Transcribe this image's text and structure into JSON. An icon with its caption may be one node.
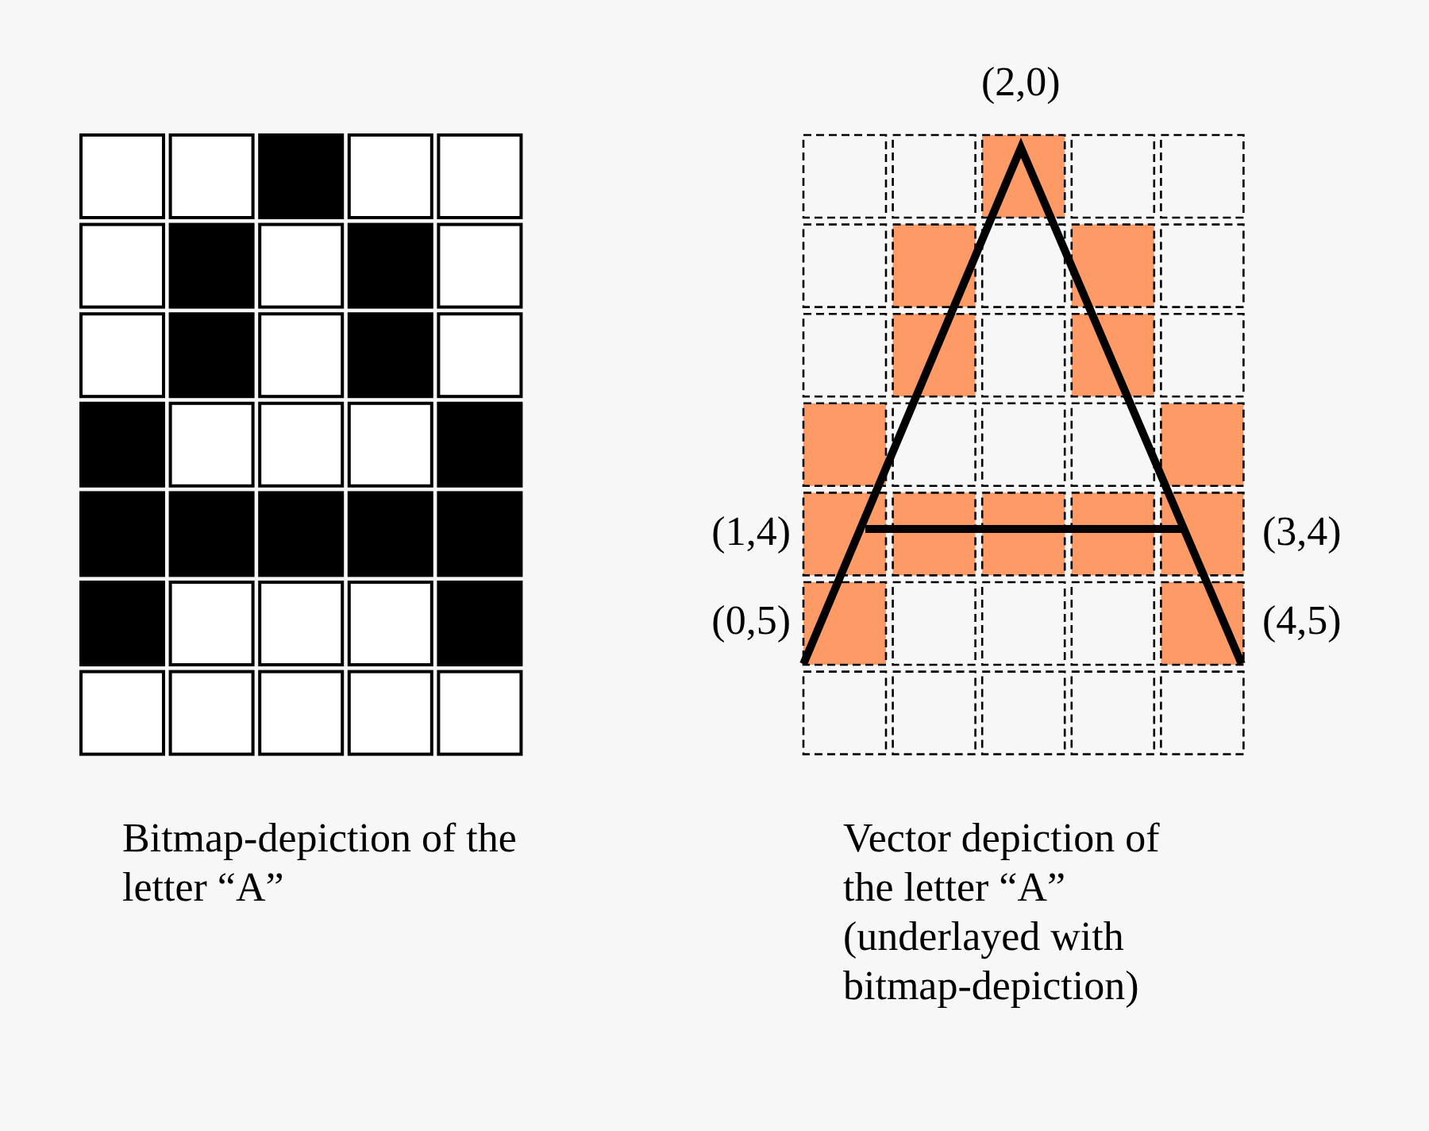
{
  "diagram": {
    "labels": [
      "(2,0)",
      "(1,4)",
      "(0,5)",
      "(3,4)",
      "(4,5)",
      "Bitmap-depiction of the letter “A”",
      "Vector depiction of the letter “A” (underlayed with bitmap-depiction)"
    ]
  }
}
